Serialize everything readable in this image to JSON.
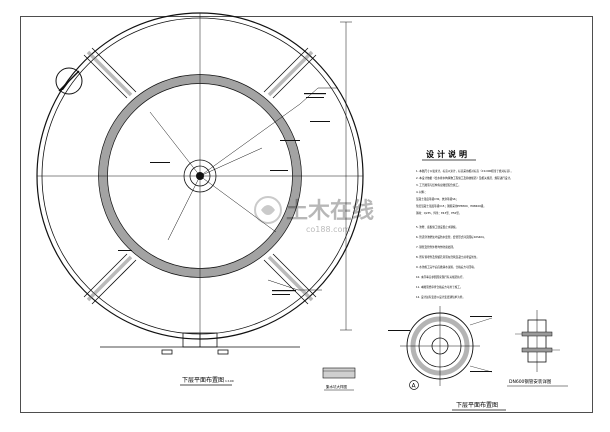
{
  "main_plan": {
    "title": "下层平面布置图",
    "scale": "1:100"
  },
  "detail_small": {
    "title": "集水坑大样图"
  },
  "detail_a": {
    "marker": "A"
  },
  "detail_dn600": {
    "title": "DN600钢管安装详图"
  },
  "detail_group": {
    "title": "下层平面布置图"
  },
  "notes": {
    "title": "设计说明",
    "lines": [
      "1. 本图尺寸以毫米计，标高以米计，标高采用相对标高（±0.000相当于绝对标高）。",
      "2. 本设计依据《给水排水构筑物工程施工及验收规范》及相关规范、规程进行设计。",
      "3. 工艺图须与结构专业图纸配合施工。",
      "4. 材料：",
      "   混凝土强度等级C30，抗渗等级S6；",
      "   垫层混凝土强度等级C15；钢筋采用HPB300、HRB400级。",
      "   钢材：Q235，焊条：E43型、E50型。",
      "5. 池壁、底板施工缝设置止水钢板。",
      "6. 管道穿池壁处均设防水套管，套管形式详见国标02S404。",
      "7. 钢管及管件外壁均作防腐处理。",
      "8. 所有预埋件及预留孔洞须在浇筑混凝土前埋设到位。",
      "9. 水池施工完毕后应做满水试验，合格后方可回填。",
      "10. 未尽事宜参照国家现行有关规范执行。",
      "11. 本图须经审查合格后方可用于施工。",
      "12. 设计如有变更以设计变更通知单为准。"
    ]
  },
  "watermark": {
    "brand": "土木在线",
    "domain": "co188.com"
  }
}
